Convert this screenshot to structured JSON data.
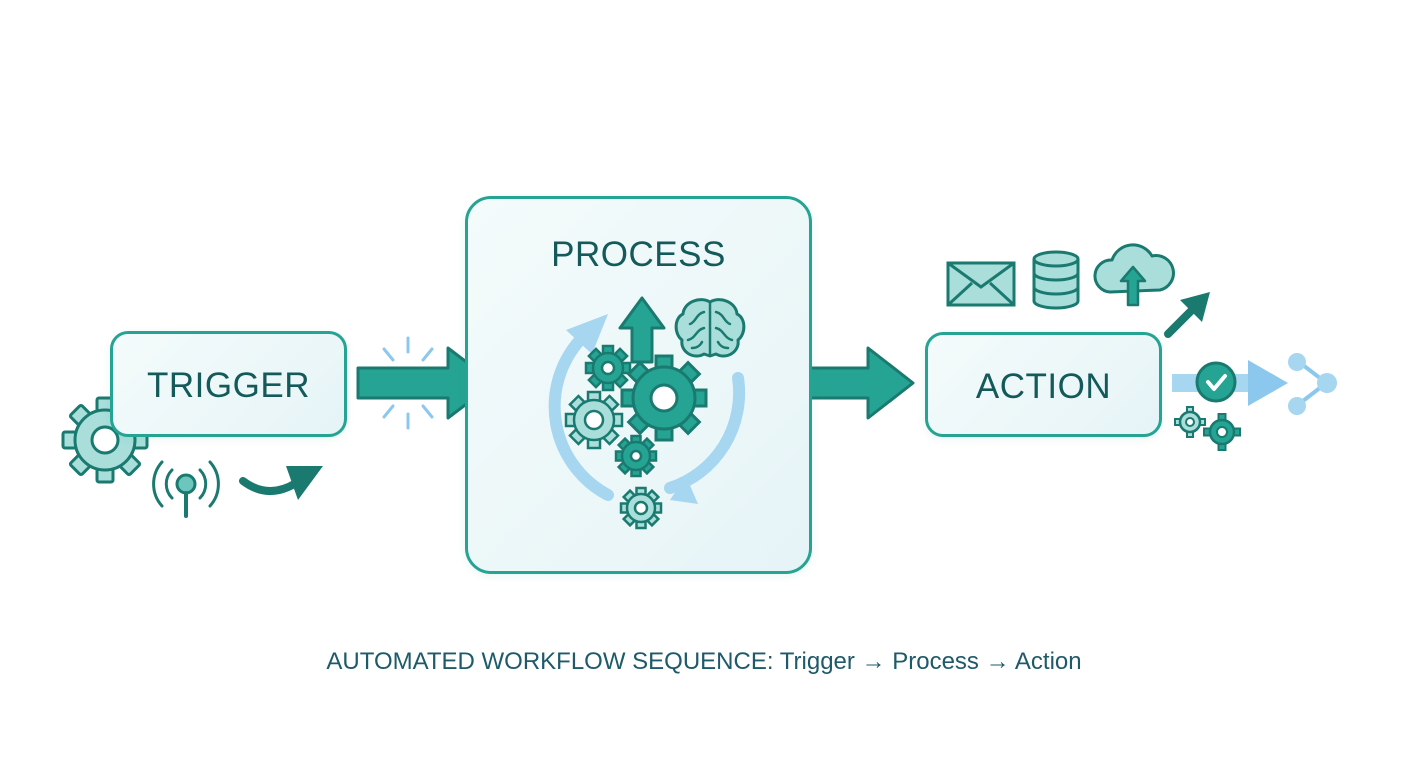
{
  "nodes": {
    "trigger": {
      "label": "TRIGGER"
    },
    "process": {
      "label": "PROCESS"
    },
    "action": {
      "label": "ACTION"
    }
  },
  "caption": "AUTOMATED WORKFLOW SEQUENCE: Trigger → Process → Action",
  "colors": {
    "primary_teal": "#25a393",
    "dark_teal": "#1a7a70",
    "text_teal": "#145a5a",
    "light_teal_fill": "#a9dedb",
    "light_blue": "#9fd0ee",
    "box_fill": "#eef8f8"
  },
  "icons": {
    "trigger_group": [
      "gear-icon",
      "signal-tower-icon",
      "curved-arrow-icon"
    ],
    "process_group": [
      "cycle-arrows-icon",
      "gear-icon",
      "up-arrow-icon",
      "brain-icon"
    ],
    "action_group": [
      "envelope-icon",
      "database-icon",
      "cloud-upload-icon",
      "diagonal-arrow-icon",
      "check-circle-icon",
      "share-icon",
      "gears-icon"
    ]
  }
}
